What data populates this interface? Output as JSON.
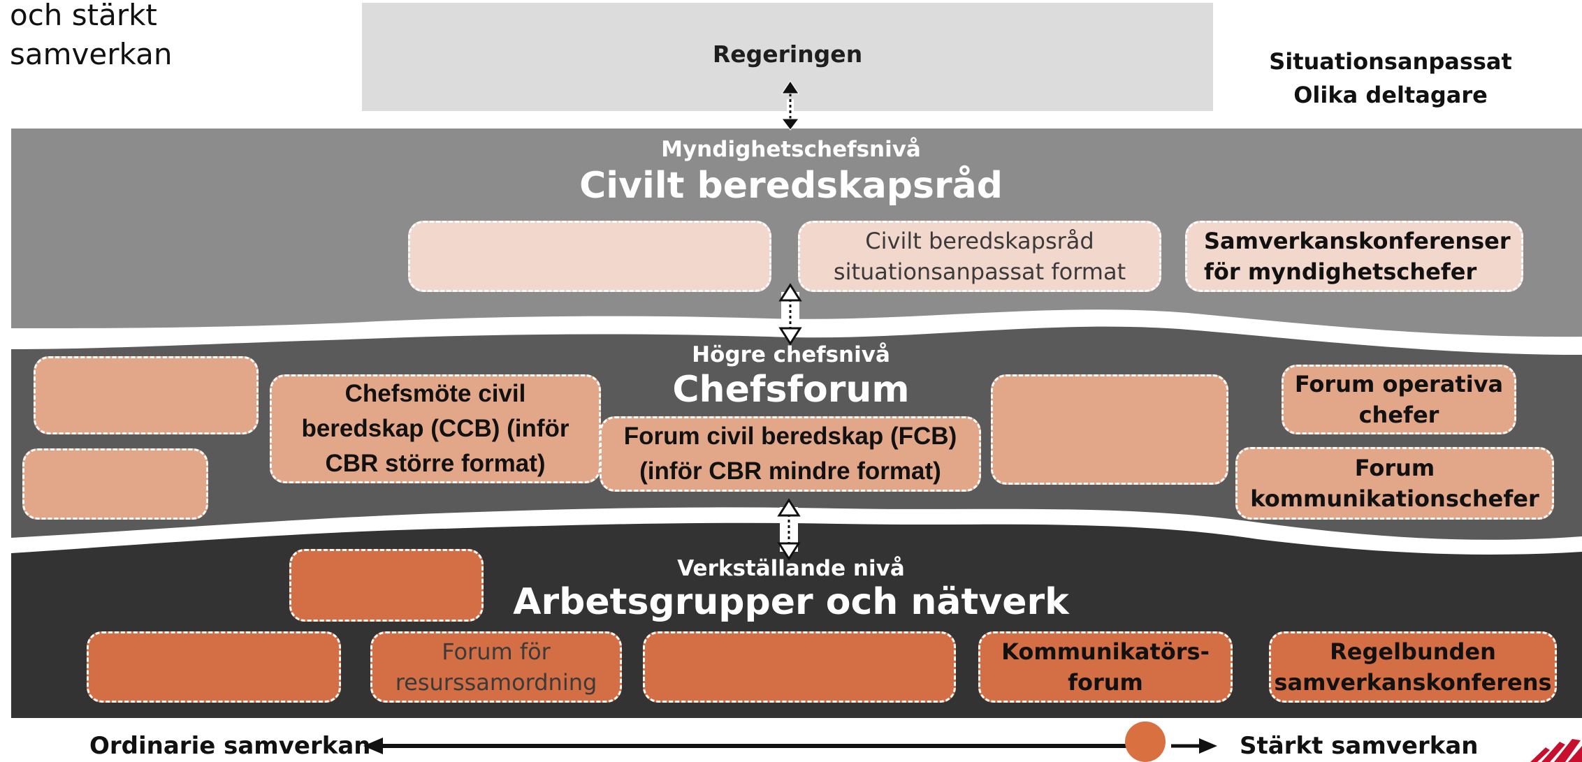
{
  "corner_text": [
    "och stärkt",
    "samverkan"
  ],
  "government": {
    "label": "Regeringen"
  },
  "situational": {
    "line1": "Situationsanpassat",
    "line2": "Olika deltagare"
  },
  "levels": [
    {
      "small": "Myndighetschefsnivå",
      "big": "Civilt beredskapsråd"
    },
    {
      "small": "Högre chefsnivå",
      "big": "Chefsforum"
    },
    {
      "small": "Verkställande nivå",
      "big": "Arbetsgrupper och nätverk"
    }
  ],
  "boxes": {
    "cbr_situational": [
      "Civilt beredskapsråd",
      "situationsanpassat format"
    ],
    "samverkanskonferenser": [
      "Samverkanskonferenser",
      "för myndighetschefer"
    ],
    "ccb": [
      "Chefsmöte civil",
      "beredskap (CCB) (inför",
      "CBR större format)"
    ],
    "fcb": [
      "Forum civil beredskap (FCB)",
      "(inför CBR mindre format)"
    ],
    "forum_operativa": [
      "Forum operativa",
      "chefer"
    ],
    "forum_kommunikation": [
      "Forum",
      "kommunikationschefer"
    ],
    "forum_resurs": [
      "Forum för",
      "resurssamordning"
    ],
    "kommunikatorsforum": [
      "Kommunikatörs-",
      "forum"
    ],
    "regelbunden": [
      "Regelbunden",
      "samverkanskonferens"
    ]
  },
  "axis": {
    "left": "Ordinarie samverkan",
    "right": "Stärkt samverkan"
  },
  "colors": {
    "government": "#dcdcdc",
    "level1": "#8c8c8c",
    "level2": "#5a5a5a",
    "level3": "#333333",
    "box_light": "#f2d7cc",
    "box_mid": "#e2a689",
    "box_dark": "#d46e45",
    "marker": "#d9703f",
    "logo": "#c8102e"
  }
}
